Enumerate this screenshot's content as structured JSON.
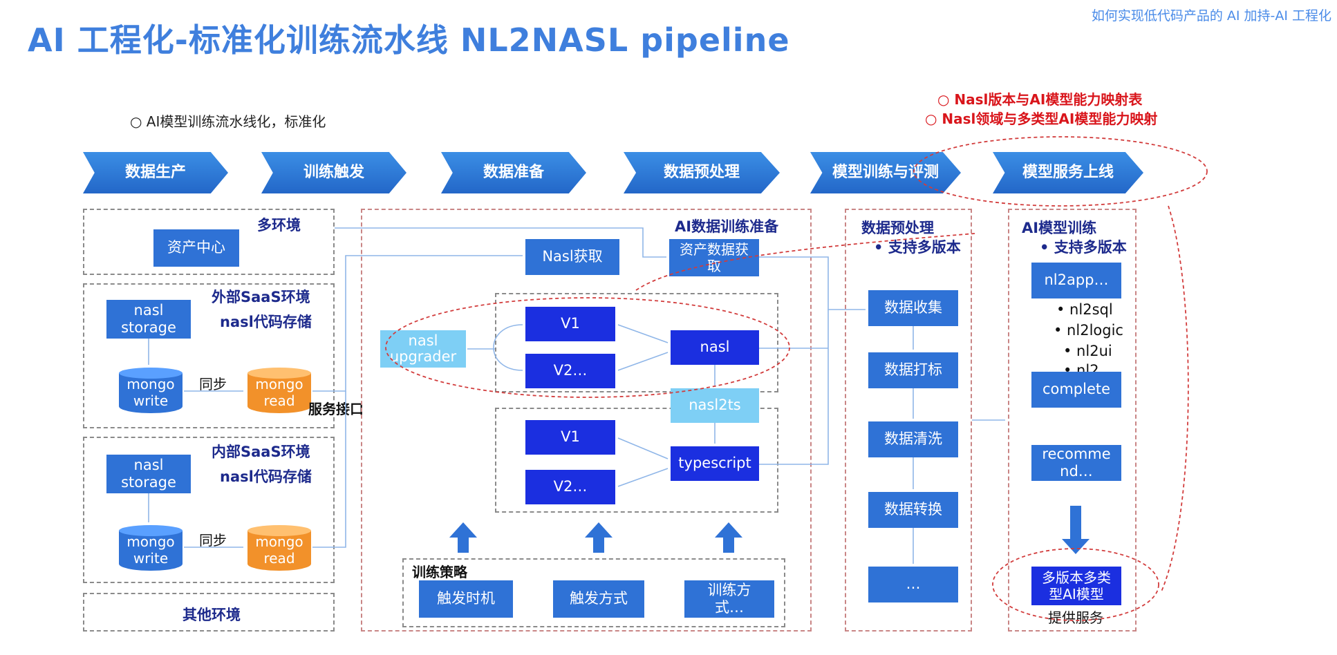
{
  "title": "AI 工程化-标准化训练流水线 NL2NASL pipeline",
  "top_right": "如何实现低代码产品的 AI 加持-AI 工程化",
  "notes": {
    "pipeline_note": "○ AI模型训练流水线化，标准化",
    "red_note_1": "○ Nasl版本与AI模型能力映射表",
    "red_note_2": "○ Nasl领域与多类型AI模型能力映射"
  },
  "steps": [
    "数据生产",
    "训练触发",
    "数据准备",
    "数据预处理",
    "模型训练与评测",
    "模型服务上线"
  ],
  "sources": {
    "multi_env": "多环境",
    "asset_center": "资产中心",
    "external_title": "外部SaaS环境",
    "external_sub": "nasl代码存储",
    "internal_title": "内部SaaS环境",
    "internal_sub": "nasl代码存储",
    "nasl_storage": "nasl storage",
    "mongo_write": "mongo write",
    "mongo_read": "mongo read",
    "sync": "同步",
    "service_api": "服务接口",
    "other_env": "其他环境"
  },
  "prep": {
    "title": "AI数据训练准备",
    "nasl_fetch": "Nasl获取",
    "asset_fetch": "资产数据获取",
    "nasl_upgrader": "nasl upgrader",
    "v1": "V1",
    "v2": "V2…",
    "nasl": "nasl",
    "nasl2ts": "nasl2ts",
    "typescript": "typescript",
    "strategy_title": "训练策略",
    "strategy_items": [
      "触发时机",
      "触发方式",
      "训练方式…"
    ]
  },
  "preprocess": {
    "title": "数据预处理",
    "sub": "• 支持多版本",
    "items": [
      "数据收集",
      "数据打标",
      "数据清洗",
      "数据转换",
      "…"
    ]
  },
  "training": {
    "title": "AI模型训练",
    "sub": "• 支持多版本",
    "nl2app": "nl2app…",
    "sub_items": [
      "• nl2sql",
      "• nl2logic",
      "• nl2ui",
      "• nl2…"
    ],
    "complete": "complete",
    "recommend": "recommend…",
    "serve_box": "多版本多类型AI模型",
    "serve_label": "提供服务"
  },
  "colors": {
    "title": "#3f7fdd",
    "step": "#2a6fd0",
    "box": "#2f72d6",
    "royal": "#1b2fe0",
    "cyan": "#7ecff5",
    "orange": "#f2912a",
    "red": "#d9151b"
  }
}
